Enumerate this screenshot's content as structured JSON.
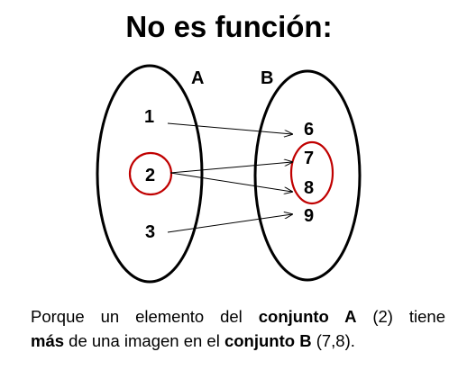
{
  "title": "No es función:",
  "set_a": {
    "label": "A",
    "elements": [
      "1",
      "2",
      "3"
    ]
  },
  "set_b": {
    "label": "B",
    "elements": [
      "6",
      "7",
      "8",
      "9"
    ]
  },
  "mappings": [
    {
      "from": "1",
      "to": "6"
    },
    {
      "from": "2",
      "to": "7"
    },
    {
      "from": "2",
      "to": "8"
    },
    {
      "from": "3",
      "to": "9"
    }
  ],
  "highlight_color": "#c00000",
  "caption": {
    "line1": [
      {
        "text": "Porque un elemento del ",
        "bold": false
      },
      {
        "text": "conjunto A",
        "bold": true
      },
      {
        "text": " (2) tiene",
        "bold": false
      }
    ],
    "line2": [
      {
        "text": "más",
        "bold": true
      },
      {
        "text": " de una imagen en el ",
        "bold": false
      },
      {
        "text": "conjunto B",
        "bold": true
      },
      {
        "text": " (7,8).",
        "bold": false
      }
    ]
  }
}
